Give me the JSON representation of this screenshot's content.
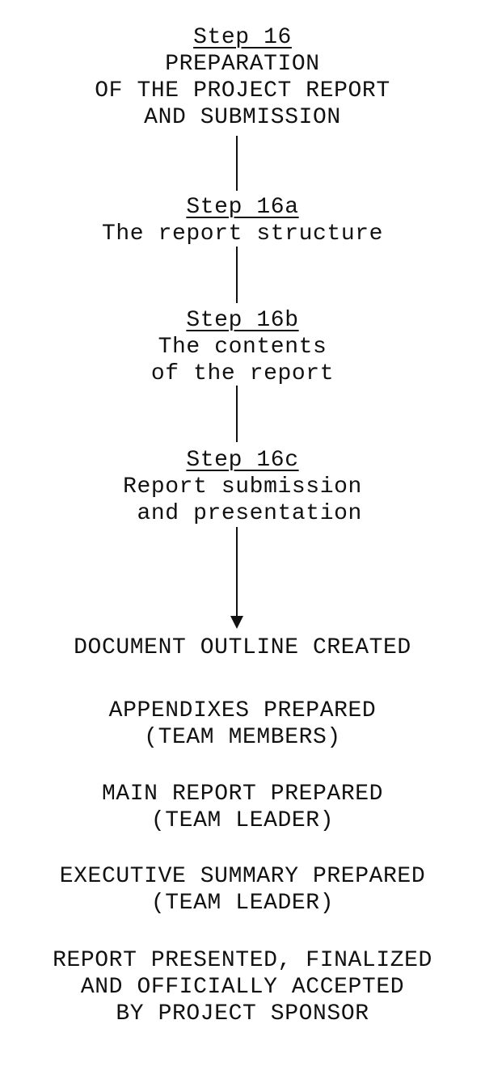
{
  "steps": [
    {
      "title": "Step 16",
      "lines": [
        "PREPARATION",
        "OF THE PROJECT REPORT",
        "AND SUBMISSION"
      ]
    },
    {
      "title": "Step 16a",
      "lines": [
        "The report structure"
      ]
    },
    {
      "title": "Step 16b",
      "lines": [
        "The contents",
        "of the report"
      ]
    },
    {
      "title": "Step 16c",
      "lines": [
        "Report submission",
        " and presentation"
      ]
    }
  ],
  "outputs": [
    {
      "lines": [
        "DOCUMENT OUTLINE CREATED"
      ]
    },
    {
      "lines": [
        "APPENDIXES PREPARED",
        "(TEAM MEMBERS)"
      ]
    },
    {
      "lines": [
        "MAIN REPORT PREPARED",
        "(TEAM LEADER)"
      ]
    },
    {
      "lines": [
        "EXECUTIVE SUMMARY PREPARED",
        "(TEAM LEADER)"
      ]
    },
    {
      "lines": [
        "REPORT PRESENTED, FINALIZED",
        "AND OFFICIALLY ACCEPTED",
        "BY PROJECT SPONSOR"
      ]
    }
  ]
}
